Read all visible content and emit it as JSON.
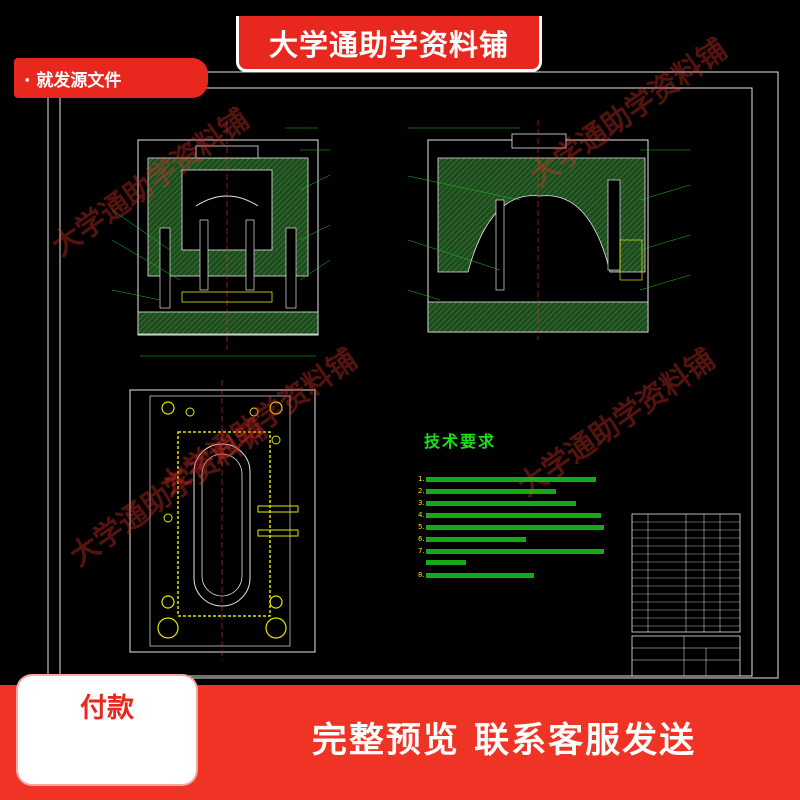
{
  "banner": {
    "title": "大学通助学资料铺"
  },
  "watermarks": [
    "大学通助学资料铺",
    "大学通助学资料铺",
    "大学通助学资料铺",
    "大学通助学资料铺",
    "大学通助学资料铺"
  ],
  "tech_requirements": {
    "title": "技术要求",
    "numbers": [
      "1.",
      "2.",
      "3.",
      "4.",
      "5.",
      "6.",
      "7.",
      "8."
    ]
  },
  "payment": {
    "title": "付款",
    "tag": "· 就发源文件"
  },
  "slogan": "完整预览 联系客服发送",
  "colors": {
    "red": "#e8281e",
    "cad_green": "#19c819",
    "cad_white": "#e6e6e6",
    "cad_yellow": "#e6e600",
    "cad_hatch": "#2f5f2f",
    "cad_cyan": "#5aa0c8"
  }
}
